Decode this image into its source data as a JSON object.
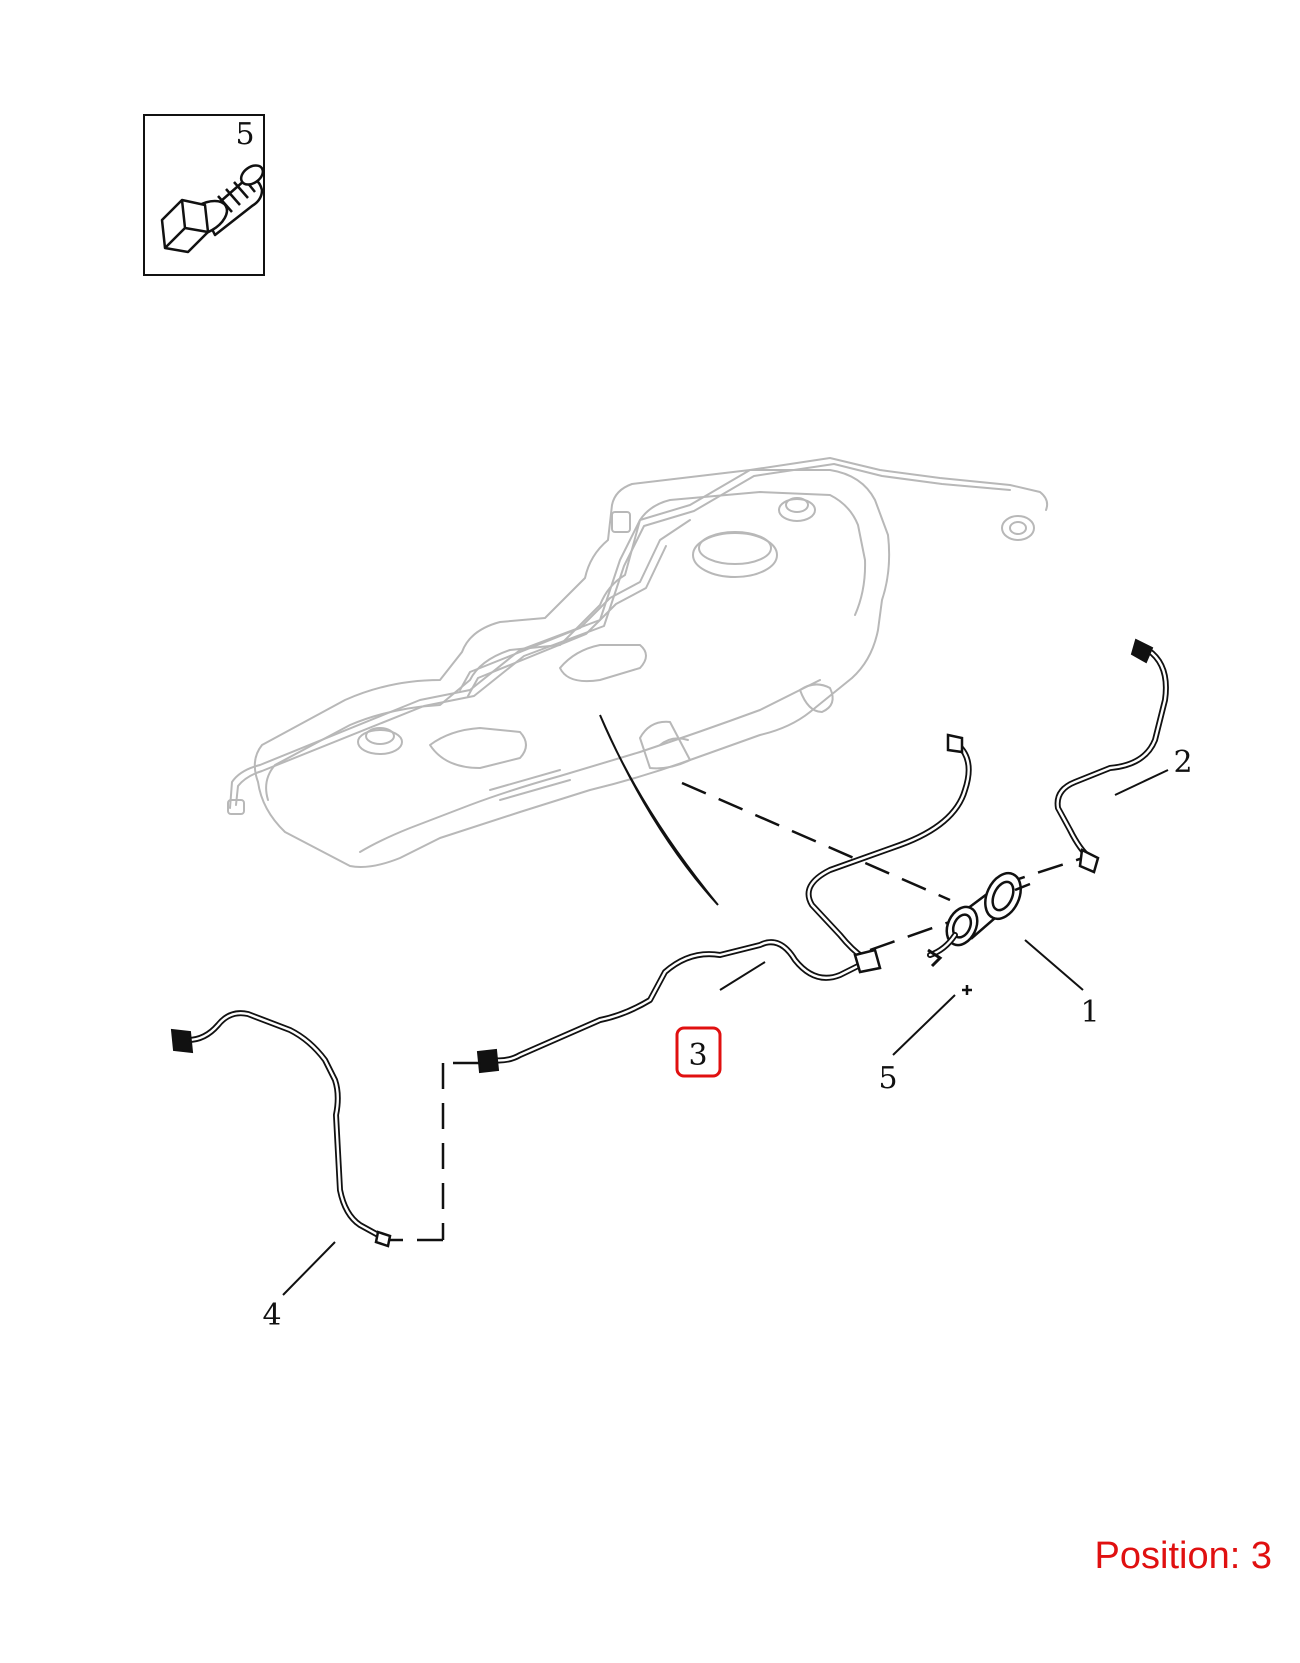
{
  "inset": {
    "callout": "5",
    "icon": "bolt-icon"
  },
  "callouts": [
    {
      "id": "1",
      "text": "1"
    },
    {
      "id": "2",
      "text": "2"
    },
    {
      "id": "3",
      "text": "3",
      "highlighted": true
    },
    {
      "id": "4",
      "text": "4"
    },
    {
      "id": "5",
      "text": "5"
    }
  ],
  "position_label": "Position: 3",
  "colors": {
    "highlight": "#e01010",
    "line": "#111111",
    "ghost": "#b8b8b8"
  }
}
